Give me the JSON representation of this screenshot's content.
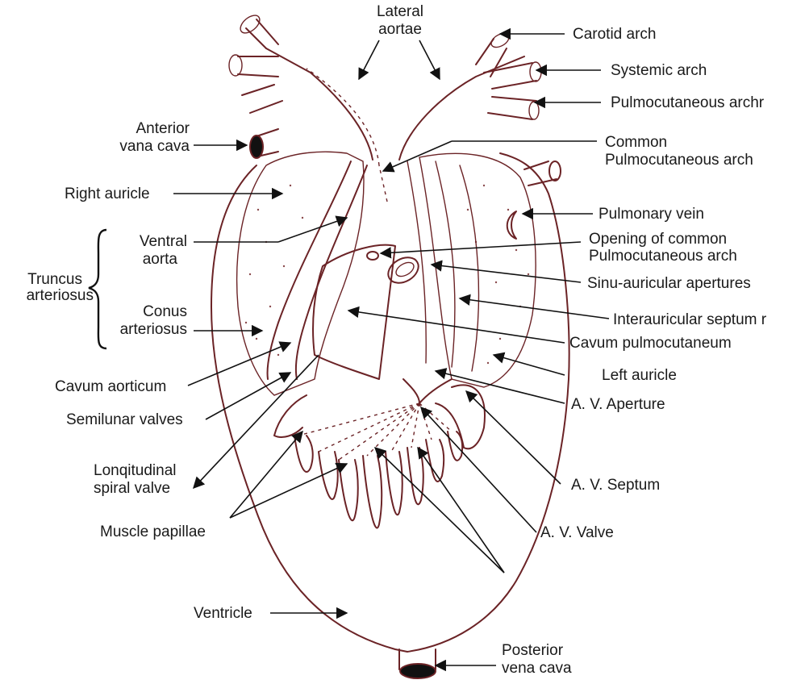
{
  "labels": {
    "lateral_aortae": [
      "Lateral",
      "aortae"
    ],
    "carotid_arch": "Carotid arch",
    "systemic_arch": "Systemic arch",
    "pulmocutaneous_arch": "Pulmocutaneous archr",
    "anterior_vena_cava": [
      "Anterior",
      "vana cava"
    ],
    "common_pulmocutaneous_arch": [
      "Common",
      "Pulmocutaneous arch"
    ],
    "right_auricle": "Right auricle",
    "pulmonary_vein": "Pulmonary vein",
    "ventral_aorta": [
      "Ventral",
      "aorta"
    ],
    "opening_common_pulmocutaneous": [
      "Opening of common",
      "Pulmocutaneous arch"
    ],
    "truncus_arteriosus": [
      "Truncus",
      "arteriosus"
    ],
    "sinu_auricular_apertures": "Sinu-auricular apertures",
    "conus_arteriosus": [
      "Conus",
      "arteriosus"
    ],
    "interauricular_septum": "Interauricular septum r",
    "cavum_pulmocutaneum": "Cavum pulmocutaneum",
    "cavum_aorticum": "Cavum aorticum",
    "left_auricle": "Left auricle",
    "av_aperture": "A. V. Aperture",
    "semilunar_valves": "Semilunar valves",
    "longitudinal_spiral_valve": [
      "Lonqitudinal",
      "spiral valve"
    ],
    "av_septum": "A. V. Septum",
    "muscle_papillae": "Muscle papillae",
    "av_valve": "A. V. Valve",
    "ventricle": "Ventricle",
    "posterior_vena_cava": [
      "Posterior",
      "vena cava"
    ]
  },
  "colors": {
    "outline": "#6b2326",
    "leader": "#111111",
    "text": "#1a1a1a"
  }
}
